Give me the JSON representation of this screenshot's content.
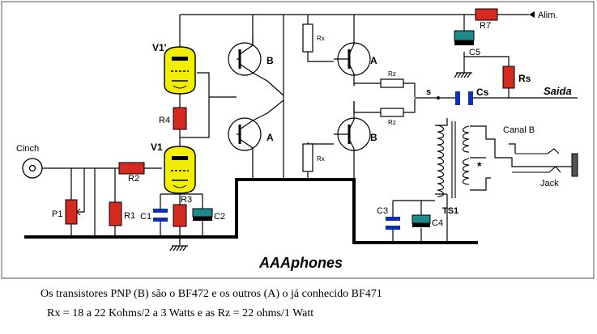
{
  "components": {
    "v1_prime": "V1'",
    "v1": "V1",
    "r4": "R4",
    "r2": "R2",
    "r3": "R3",
    "r1": "R1",
    "p1": "P1",
    "c1": "C1",
    "c2": "C2",
    "r7": "R7",
    "c5": "C5",
    "rs": "Rs",
    "cs": "Cs",
    "c3": "C3",
    "c4": "C4",
    "ts1": "TS1",
    "rx": "Rx",
    "rz": "Rz",
    "type_b": "B",
    "type_a": "A",
    "node_s": "s",
    "star": "*"
  },
  "labels": {
    "cinch": "Cinch",
    "alim": "Alim.",
    "saida": "Saida",
    "canal_b": "Canal B",
    "jack": "Jack",
    "brand": "AAAphones"
  },
  "notes": {
    "line1": "Os transistores PNP (B) são o BF472 e os outros (A) o já conhecido BF471",
    "line2": "Rx = 18 a 22 Kohms/2 a 3 Watts e as Rz = 22 ohms/1 Watt"
  },
  "colors": {
    "resistor": "#d42a20",
    "tube": "#f2ee00",
    "capacitor": "#0d2fb5",
    "electrolytic": "#1e8a8c",
    "wire": "#000000"
  }
}
